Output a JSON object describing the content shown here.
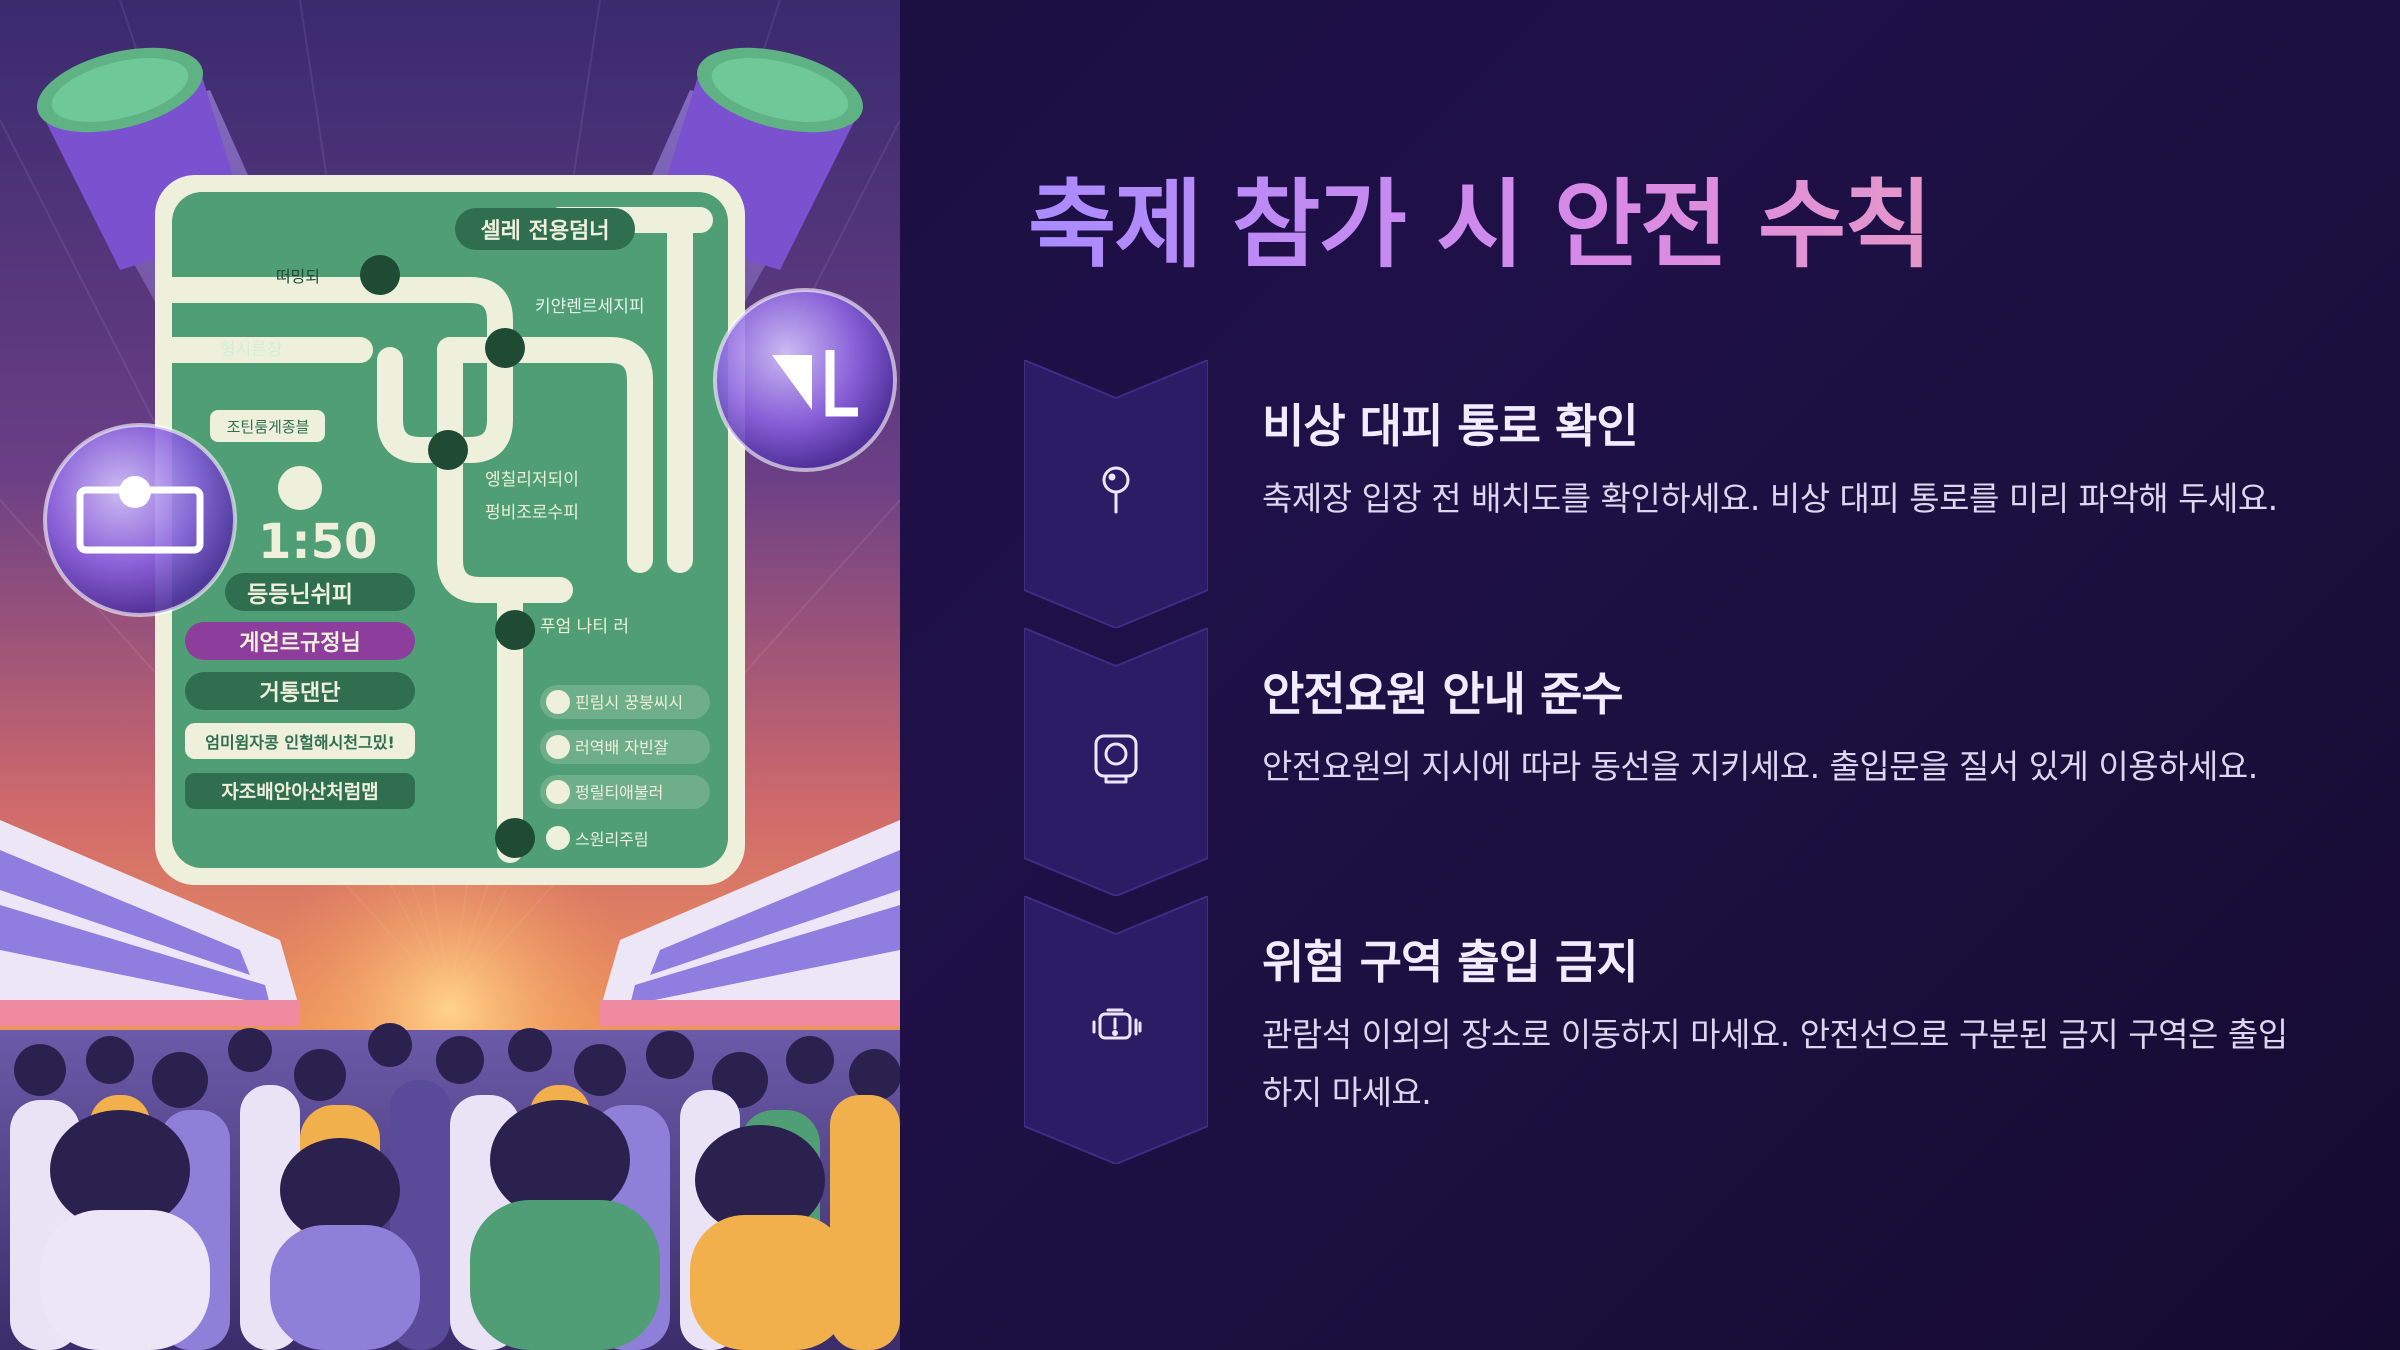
{
  "slide": {
    "title": "축제 참가 시 안전 수칙",
    "steps": [
      {
        "icon": "pin-icon",
        "title": "비상 대피 통로 확인",
        "description": "축제장 입장 전 배치도를 확인하세요. 비상 대피 통로를 미리 파악해 두세요."
      },
      {
        "icon": "staff-id-icon",
        "title": "안전요원 안내 준수",
        "description": "안전요원의 지시에 따라 동선을 지키세요. 출입문을 질서 있게 이용하세요."
      },
      {
        "icon": "restricted-zone-icon",
        "title": "위험 구역 출입 금지",
        "description": "관람석 이외의 장소로 이동하지 마세요. 안전선으로 구분된 금지 구역은 출입하지 마세요."
      }
    ]
  },
  "illustration": {
    "map_clock": "1:50",
    "map_labels": [
      "셀레 전용덤너",
      "떠밍되",
      "키얀렌르세지피",
      "형시른장",
      "조틴룸게종블",
      "엥칠리저되이",
      "펑비조로수피",
      "등등닌쉬피",
      "게얻르규정님",
      "거통댄단",
      "엄미윔자콩 인헐해시천그밌!",
      "자조배안아산처럼맵",
      "푸엄 나티 러",
      "핀림시 꿍붕씨시",
      "러역배 자빈잘",
      "펑릴티애불러",
      "스원리주림"
    ]
  },
  "colors": {
    "background": "#1b1042",
    "title_gradient_start": "#a98bff",
    "title_gradient_end": "#f4a7a6",
    "map_green": "#4f9e76",
    "map_cream": "#eef0dc",
    "accent_purple": "#7c4fd6",
    "chevron_fill": "#2c1c66"
  }
}
